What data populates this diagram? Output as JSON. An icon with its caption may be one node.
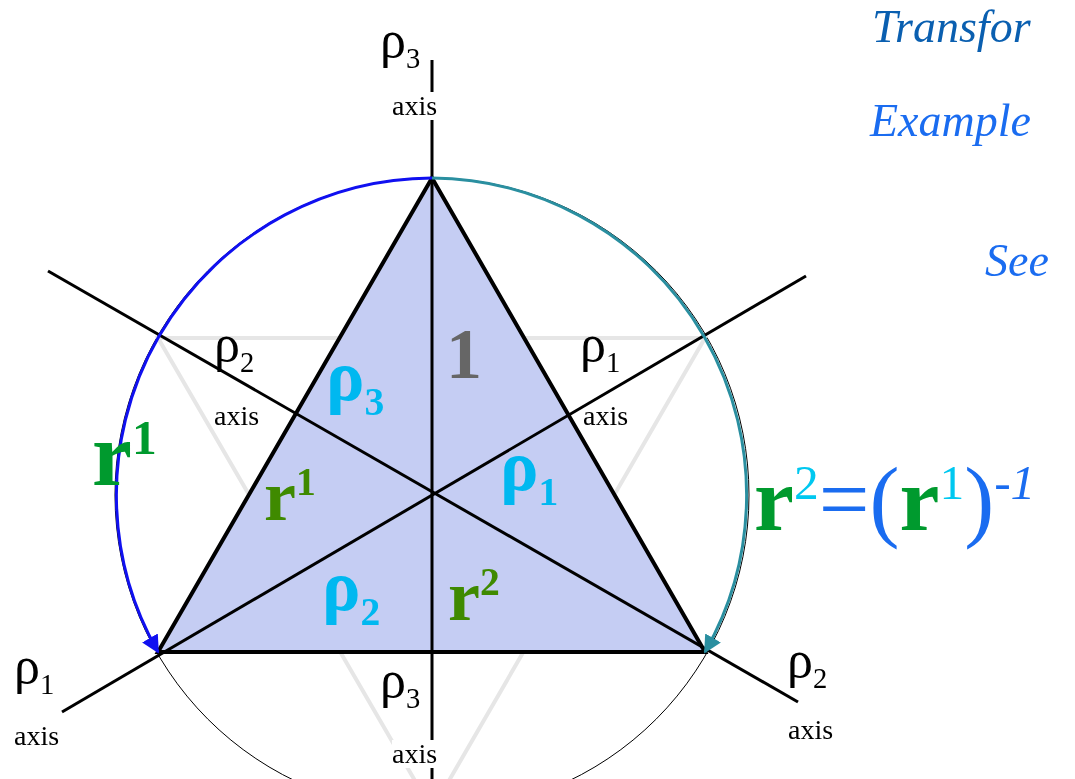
{
  "diagram": {
    "labels": [
      "Transfor",
      "Example",
      "ρ$_{3}$",
      "axis",
      "See",
      "ρ$_{2}$",
      "ρ$_{3}$",
      "1",
      "ρ$_{1}$",
      "axis",
      "axis",
      "r$^{1}$",
      "r$^{1}$",
      "ρ$_{1}$",
      "**r**$^{2}$=(**r**$^{1}$)$^{-1}$",
      "ρ$_{2}$",
      "r$^{2}$",
      "ρ$_{1}$",
      "ρ$_{3}$",
      "ρ$_{2}$",
      "axis",
      "axis",
      "axis"
    ]
  }
}
